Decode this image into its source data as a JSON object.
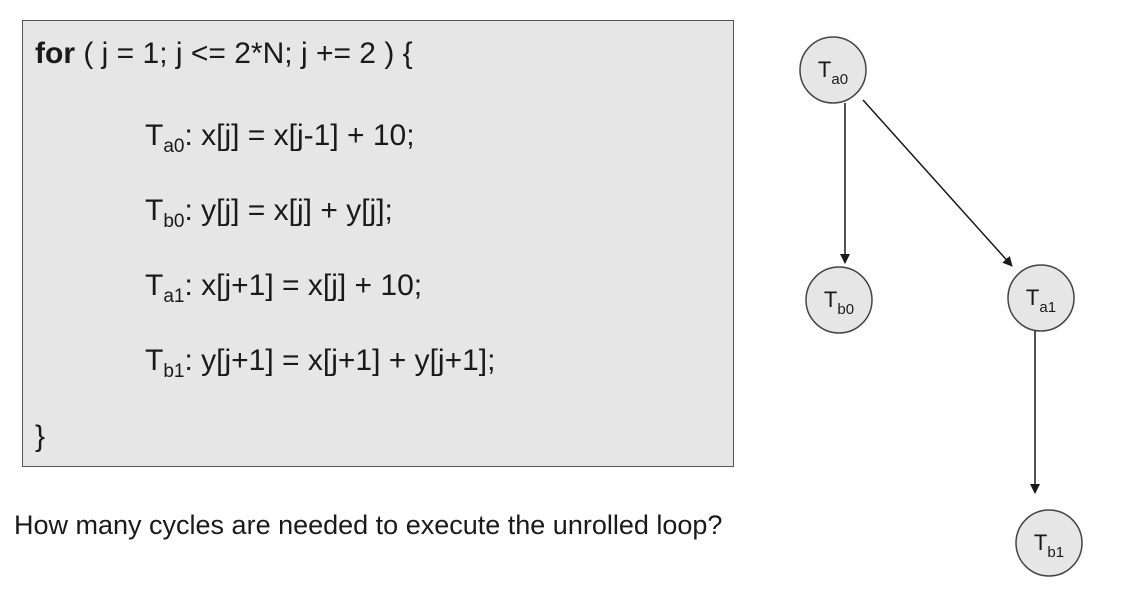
{
  "code": {
    "header_keyword": "for",
    "header_rest": " ( j = 1; j <= 2*N; j += 2 ) {",
    "statements": [
      {
        "task": "T",
        "sub": "a0",
        "text": ": x[j] = x[j-1] + 10;"
      },
      {
        "task": "T",
        "sub": "b0",
        "text": ": y[j] = x[j] + y[j];"
      },
      {
        "task": "T",
        "sub": "a1",
        "text": ": x[j+1] = x[j] + 10;"
      },
      {
        "task": "T",
        "sub": "b1",
        "text": ": y[j+1] = x[j+1] + y[j+1];"
      }
    ],
    "closing": "}"
  },
  "question": "How many cycles are needed to execute the unrolled loop?",
  "graph": {
    "nodes": [
      {
        "id": "Ta0",
        "label": "T",
        "sub": "a0"
      },
      {
        "id": "Tb0",
        "label": "T",
        "sub": "b0"
      },
      {
        "id": "Ta1",
        "label": "T",
        "sub": "a1"
      },
      {
        "id": "Tb1",
        "label": "T",
        "sub": "b1"
      }
    ],
    "edges": [
      {
        "from": "Ta0",
        "to": "Tb0"
      },
      {
        "from": "Ta0",
        "to": "Ta1"
      },
      {
        "from": "Ta1",
        "to": "Tb1"
      }
    ]
  },
  "colors": {
    "code_background": "#e6e6e6",
    "code_border": "#555555",
    "node_fill": "#e6e6e6",
    "node_stroke": "#444444",
    "edge": "#1a1a1a",
    "text": "#1a1a1a"
  }
}
